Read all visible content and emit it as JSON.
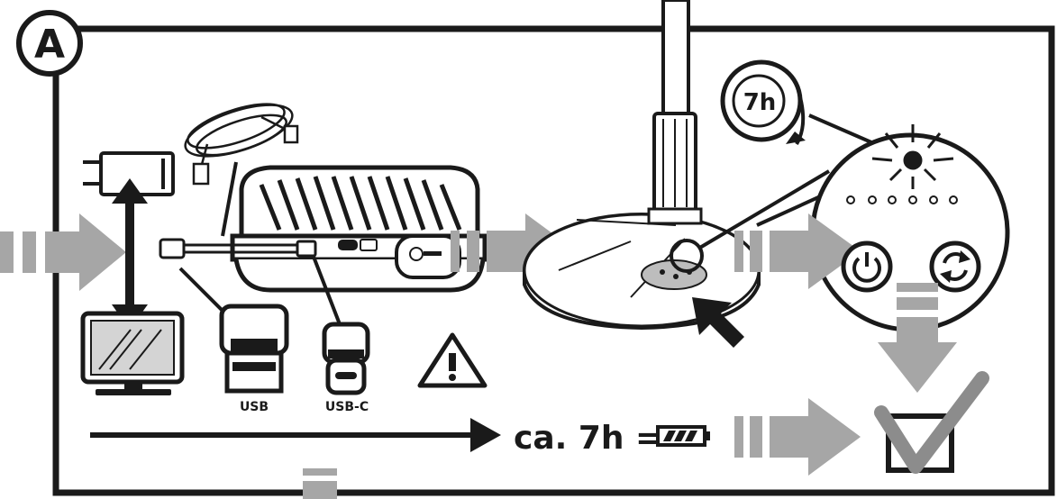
{
  "panel": {
    "badge_letter": "A"
  },
  "connectors": {
    "usb_label": "USB",
    "usbc_label": "USB-C"
  },
  "timer": {
    "label": "7h"
  },
  "summary": {
    "duration_text": "ca. 7h =",
    "battery_icon": "battery-full-icon",
    "result_icon": "checkbox-checked-icon"
  },
  "icons": [
    "wall-adapter-icon",
    "usb-cable-icon",
    "monitor-icon",
    "fan-device-icon",
    "usb-plug-icon",
    "usbc-plug-icon",
    "warning-icon",
    "fan-base-icon",
    "pointer-arrow-icon",
    "timer-icon",
    "led-light-icon",
    "power-button-icon",
    "oscillate-button-icon"
  ],
  "colors": {
    "ink": "#1a1a1a",
    "arrow_gray": "#a6a6a6",
    "checkmark_gray": "#8c8c8c",
    "screen_gray": "#d4d4d4"
  }
}
